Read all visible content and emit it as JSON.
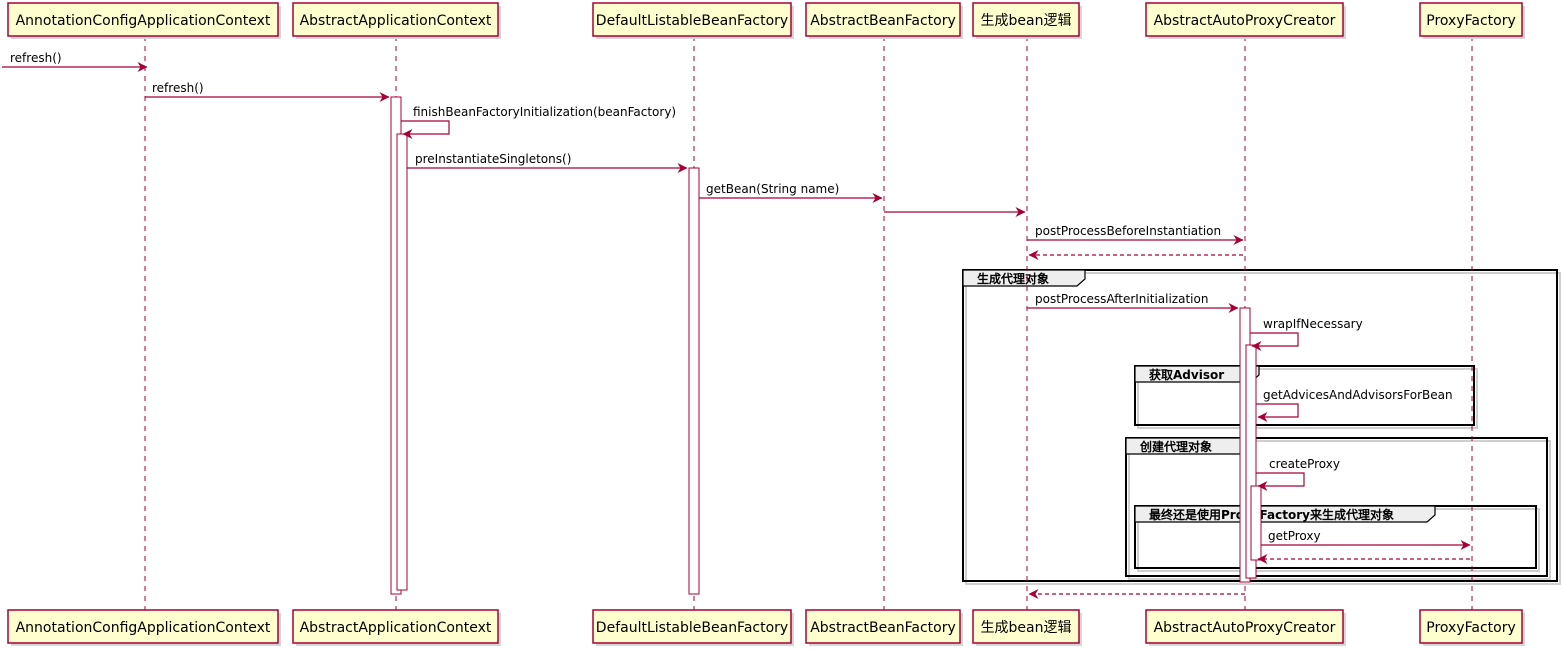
{
  "participants": [
    {
      "id": "p0",
      "label": "AnnotationConfigApplicationContext"
    },
    {
      "id": "p1",
      "label": "AbstractApplicationContext"
    },
    {
      "id": "p2",
      "label": "DefaultListableBeanFactory"
    },
    {
      "id": "p3",
      "label": "AbstractBeanFactory"
    },
    {
      "id": "p4",
      "label": "生成bean逻辑"
    },
    {
      "id": "p5",
      "label": "AbstractAutoProxyCreator"
    },
    {
      "id": "p6",
      "label": "ProxyFactory"
    }
  ],
  "messages": [
    {
      "label": "refresh()"
    },
    {
      "label": "refresh()"
    },
    {
      "label": "finishBeanFactoryInitialization(beanFactory)"
    },
    {
      "label": "preInstantiateSingletons()"
    },
    {
      "label": "getBean(String name)"
    },
    {
      "label": ""
    },
    {
      "label": "postProcessBeforeInstantiation"
    },
    {
      "label": ""
    },
    {
      "label": "postProcessAfterInitialization"
    },
    {
      "label": "wrapIfNecessary"
    },
    {
      "label": "getAdvicesAndAdvisorsForBean"
    },
    {
      "label": "createProxy"
    },
    {
      "label": "getProxy"
    },
    {
      "label": ""
    },
    {
      "label": ""
    }
  ],
  "frames": [
    {
      "label": "生成代理对象"
    },
    {
      "label": "获取Advisor"
    },
    {
      "label": "创建代理对象"
    },
    {
      "label": "最终还是使用ProxyFactory来生成代理对象"
    }
  ],
  "colors": {
    "participant_fill": "#FEFECE",
    "participant_border": "#A80036",
    "arrow": "#A80036",
    "frame_border": "#000000",
    "frame_tab": "#EEEEEE"
  }
}
